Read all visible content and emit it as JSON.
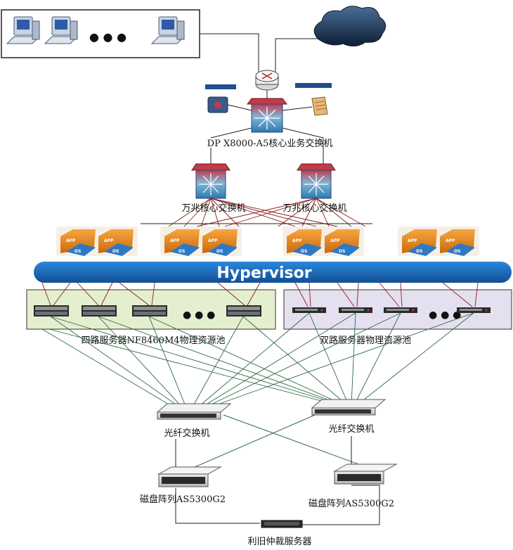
{
  "labels": {
    "core_switch": "DP  X8000-A5核心业务交换机",
    "switch_left": "万兆核心交换机",
    "switch_right": "万兆核心交换机",
    "hypervisor": "Hypervisor",
    "pool_left": "四路服务器NF8460M4物理资源池",
    "pool_right": "双路服务器物理资源池",
    "fc_left": "光纤交换机",
    "fc_right": "光纤交换机",
    "storage_left": "磁盘阵列AS5300G2",
    "storage_right": "磁盘阵列AS5300G2",
    "arbiter": "利旧仲裁服务器",
    "ellipsis": "● ● ●",
    "vm_app": "APP",
    "vm_os": "OS"
  },
  "colors": {
    "hypervisor_bar": "#1c6fc4",
    "pool_left_bg": "#e4efcf",
    "pool_right_bg": "#e4e0ef",
    "link_red": "#8a1c1c",
    "link_green": "#2f6b45",
    "vm_orange": "#e88a1c"
  }
}
